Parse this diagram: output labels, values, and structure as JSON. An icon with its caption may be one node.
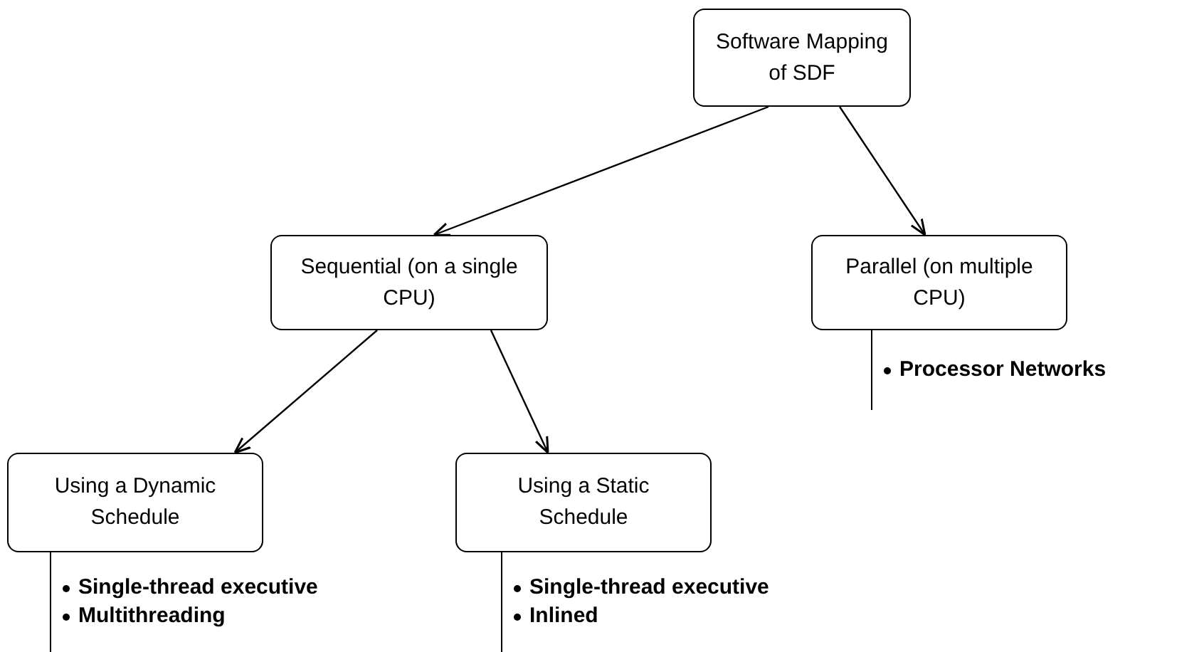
{
  "diagram": {
    "nodes": [
      {
        "text": [
          "Software Mapping of SDF"
        ]
      },
      {
        "text": [
          "Sequential (on a single CPU)"
        ]
      },
      {
        "text": [
          "Parallel (on multiple CPU)"
        ],
        "beside": [
          "Processor Networks"
        ]
      },
      {
        "text": [
          "Using a Dynamic Schedule"
        ],
        "beside": [
          "Single-thread executive",
          "Multithreading"
        ]
      },
      {
        "text": [
          "Using a Static Schedule"
        ],
        "beside": [
          "Single-thread executive",
          "Inlined"
        ]
      }
    ],
    "edges": [
      {
        "from": 0,
        "to": 1,
        "arrow": "to"
      },
      {
        "from": 0,
        "to": 2,
        "arrow": "to"
      },
      {
        "from": 1,
        "to": 3,
        "arrow": "to"
      },
      {
        "from": 1,
        "to": 4,
        "arrow": "to"
      }
    ]
  }
}
